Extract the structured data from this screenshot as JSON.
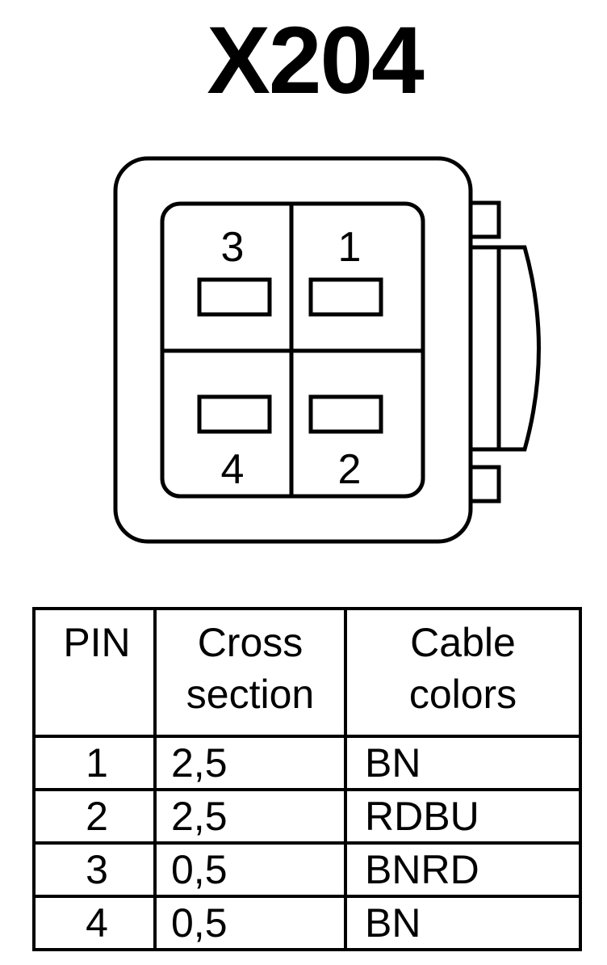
{
  "title": "X204",
  "connector": {
    "pins": [
      {
        "id": "pin-3",
        "label": "3"
      },
      {
        "id": "pin-1",
        "label": "1"
      },
      {
        "id": "pin-4",
        "label": "4"
      },
      {
        "id": "pin-2",
        "label": "2"
      }
    ]
  },
  "table": {
    "headers": {
      "pin": "PIN",
      "cross_line1": "Cross",
      "cross_line2": "section",
      "colors_line1": "Cable",
      "colors_line2": "colors"
    },
    "rows": [
      {
        "pin": "1",
        "cross_section": "2,5",
        "color": "BN"
      },
      {
        "pin": "2",
        "cross_section": "2,5",
        "color": "RDBU"
      },
      {
        "pin": "3",
        "cross_section": "0,5",
        "color": "BNRD"
      },
      {
        "pin": "4",
        "cross_section": "0,5",
        "color": "BN"
      }
    ]
  }
}
